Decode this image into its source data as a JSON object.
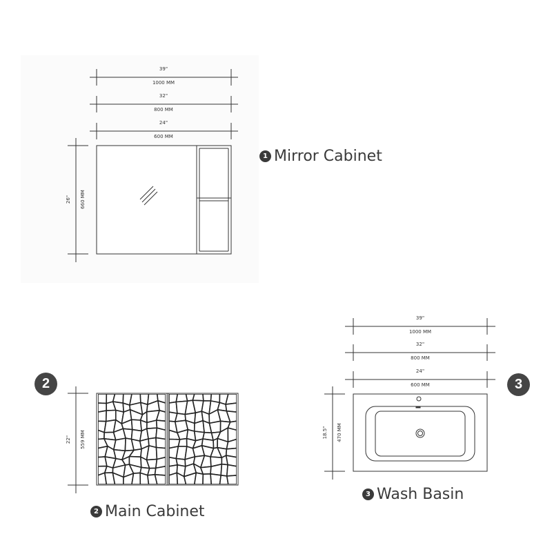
{
  "sections": {
    "mirror": {
      "badge": "1",
      "title": "Mirror Cabinet",
      "dims": [
        "39\"",
        "1000 MM",
        "32\"",
        "800 MM",
        "24\"",
        "600 MM"
      ],
      "height_in": "26\"",
      "height_mm": "660 MM"
    },
    "cabinet": {
      "badge": "2",
      "title": "Main Cabinet",
      "height_in": "22\"",
      "height_mm": "559 MM"
    },
    "basin": {
      "badge": "3",
      "title": "Wash Basin",
      "dims": [
        "39\"",
        "1000 MM",
        "32\"",
        "800 MM",
        "24\"",
        "600 MM"
      ],
      "height_in": "18.5\"",
      "height_mm": "470 MM"
    }
  },
  "colors": {
    "line": "#333333",
    "badge": "#454545",
    "panel": "#f6f6f6"
  }
}
